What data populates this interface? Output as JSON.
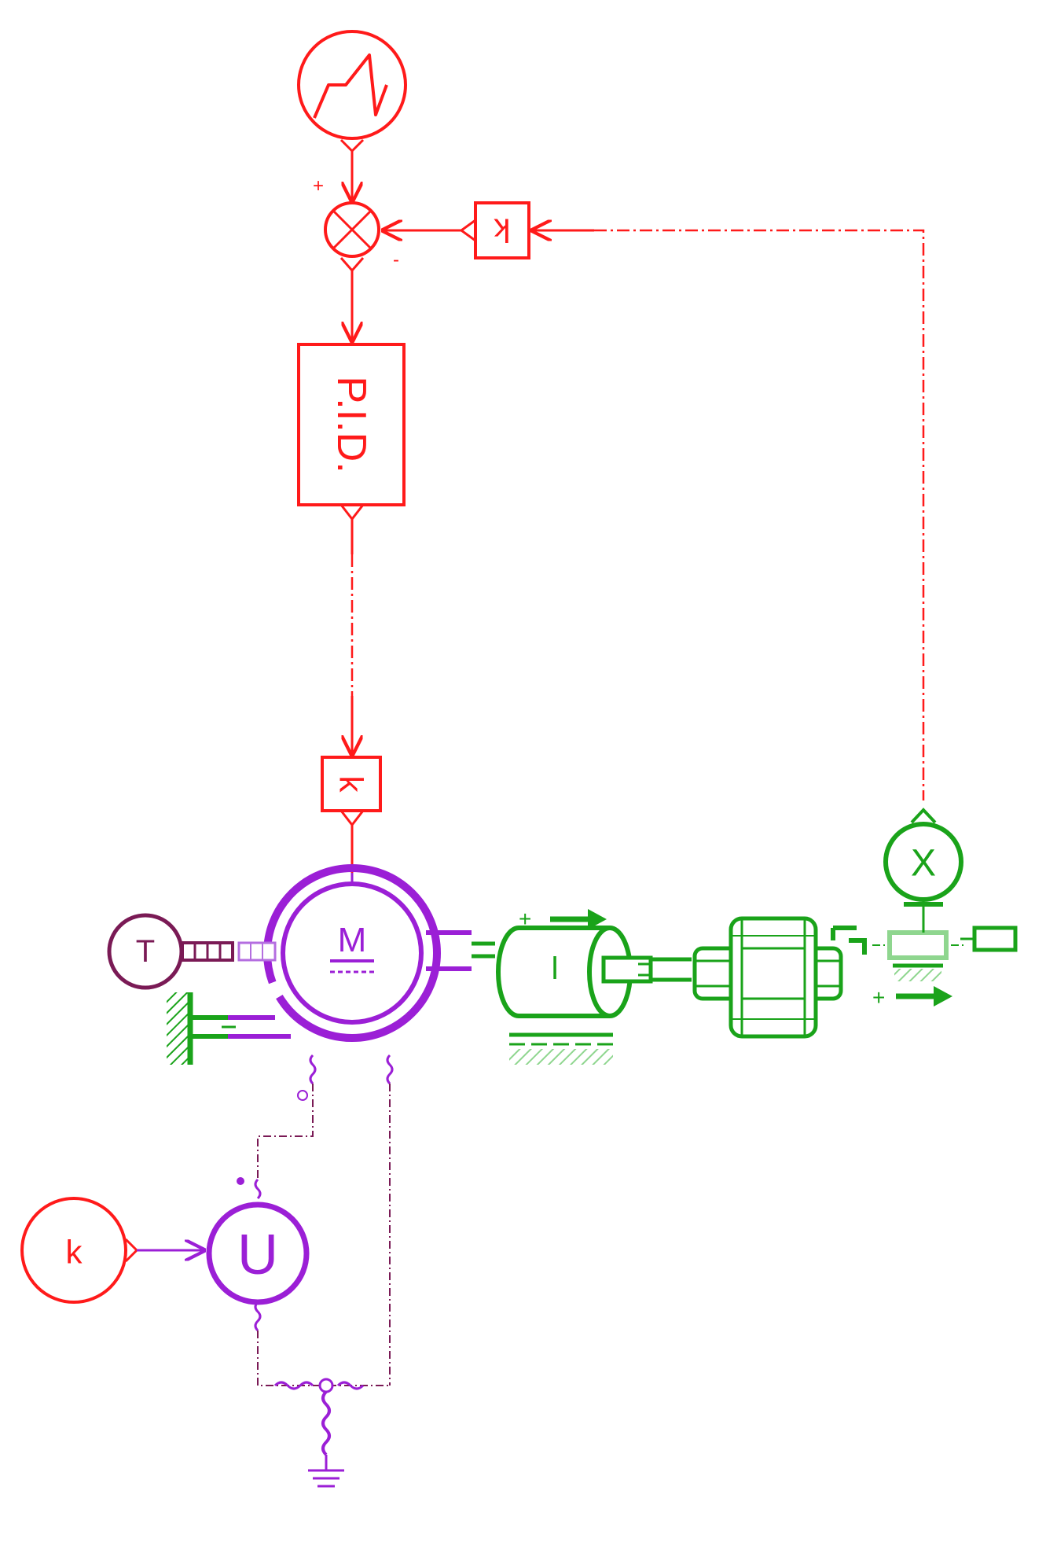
{
  "diagram": {
    "colors": {
      "signal": "#ff1a1a",
      "electric": "#9b1fd6",
      "mechanical": "#1aa31a",
      "thermal": "#7a1a55",
      "mechanical_light": "#8fd68f"
    },
    "blocks": {
      "source_icon": "ramp-signal-icon",
      "sum_plus": "+",
      "sum_minus": "-",
      "feedback_gain": "k",
      "pid": "P.I.D.",
      "motor_gain": "k",
      "motor": "M",
      "thermal_port": "T",
      "voltage_gain": "k",
      "voltage_source": "U",
      "shaft_symbol": "l",
      "sensor": "X",
      "force_plus_top": "+",
      "force_plus_bottom": "+"
    }
  }
}
